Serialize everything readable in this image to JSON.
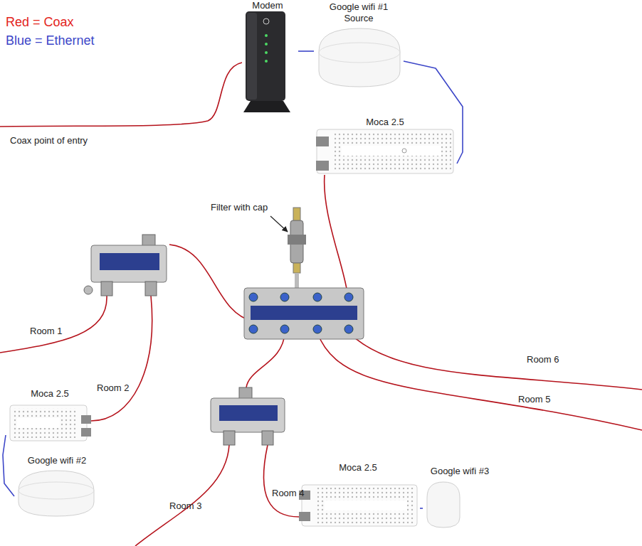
{
  "diagram": {
    "nodes": [
      {
        "text": [
          "Modem"
        ]
      },
      {
        "text": [
          "Google wifi #1",
          "Source"
        ]
      },
      {
        "text": [
          "Moca 2.5"
        ]
      },
      {
        "text": [
          "Moca 2.5"
        ]
      },
      {
        "text": [
          "Google wifi #2"
        ]
      },
      {
        "text": [
          "Moca 2.5"
        ]
      },
      {
        "text": [
          "Google wifi #3"
        ]
      }
    ],
    "edges": [
      {
        "from": 0,
        "to": 1,
        "arrow": "none"
      },
      {
        "from": 1,
        "to": 2,
        "arrow": "none"
      },
      {
        "from": 3,
        "to": 4,
        "arrow": "none"
      },
      {
        "from": 5,
        "to": 6,
        "arrow": "none"
      }
    ],
    "labels": [
      "Coax point of entry",
      "Filter with cap",
      "Room 1",
      "Room 2",
      "Room 3",
      "Room 4",
      "Room 5",
      "Room 6"
    ],
    "legend": [
      {
        "text": "Red = Coax",
        "color": "#e3241b"
      },
      {
        "text": "Blue = Ethernet",
        "color": "#3c46c8"
      }
    ]
  }
}
